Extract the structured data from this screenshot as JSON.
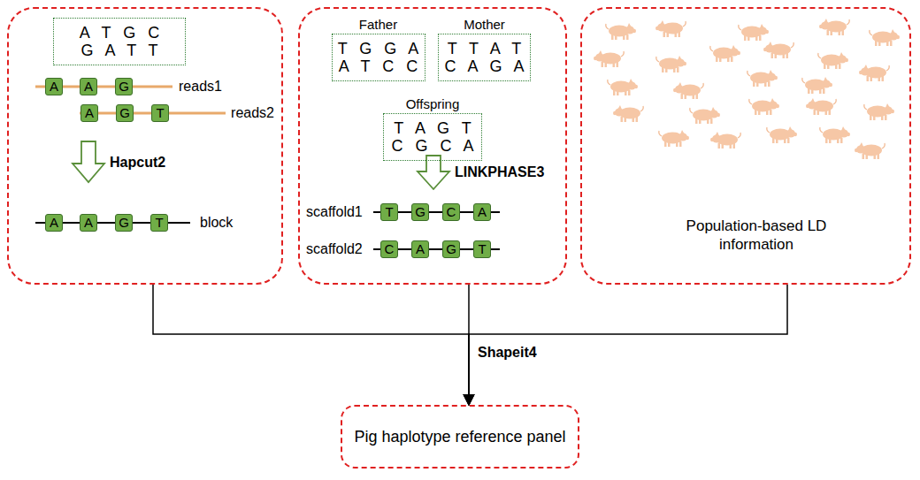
{
  "diagram": {
    "nodes": [
      {
        "text": [
          "reads1",
          "reads2",
          "Hapcut2",
          "block"
        ]
      },
      {
        "text": [
          "A T G C",
          "G A T T"
        ],
        "in": 0
      },
      {
        "text": [
          "A"
        ],
        "in": 0
      },
      {
        "text": [
          "A"
        ],
        "in": 0
      },
      {
        "text": [
          "G"
        ],
        "in": 0
      },
      {
        "text": [
          "A"
        ],
        "in": 0
      },
      {
        "text": [
          "G"
        ],
        "in": 0
      },
      {
        "text": [
          "T"
        ],
        "in": 0
      },
      {
        "text": [
          "A"
        ],
        "in": 0
      },
      {
        "text": [
          "A"
        ],
        "in": 0
      },
      {
        "text": [
          "G"
        ],
        "in": 0
      },
      {
        "text": [
          "T"
        ],
        "in": 0
      },
      {
        "text": [
          "LINKPHASE3",
          "scaffold1",
          "scaffold2"
        ]
      },
      {
        "text": [
          "Father",
          "T G G A",
          "A T C C"
        ],
        "in": 12
      },
      {
        "text": [
          "Mother",
          "T T A T",
          "C A G A"
        ],
        "in": 12
      },
      {
        "text": [
          "Offspring",
          "T A G T",
          "C G C A"
        ],
        "in": 12
      },
      {
        "text": [
          "T"
        ],
        "in": 12
      },
      {
        "text": [
          "G"
        ],
        "in": 12
      },
      {
        "text": [
          "C"
        ],
        "in": 12
      },
      {
        "text": [
          "A"
        ],
        "in": 12
      },
      {
        "text": [
          "C"
        ],
        "in": 12
      },
      {
        "text": [
          "A"
        ],
        "in": 12
      },
      {
        "text": [
          "G"
        ],
        "in": 12
      },
      {
        "text": [
          "T"
        ],
        "in": 12
      },
      {
        "text": [
          "Population-based LD information"
        ]
      },
      {
        "text": [
          "Pig haplotype reference panel"
        ]
      }
    ],
    "edges": [
      {
        "from": 0,
        "to": 25,
        "arrow": "to"
      },
      {
        "from": 12,
        "to": 25,
        "arrow": "to"
      },
      {
        "from": 24,
        "to": 25,
        "arrow": "to"
      }
    ],
    "labels": [
      "Shapeit4"
    ]
  }
}
